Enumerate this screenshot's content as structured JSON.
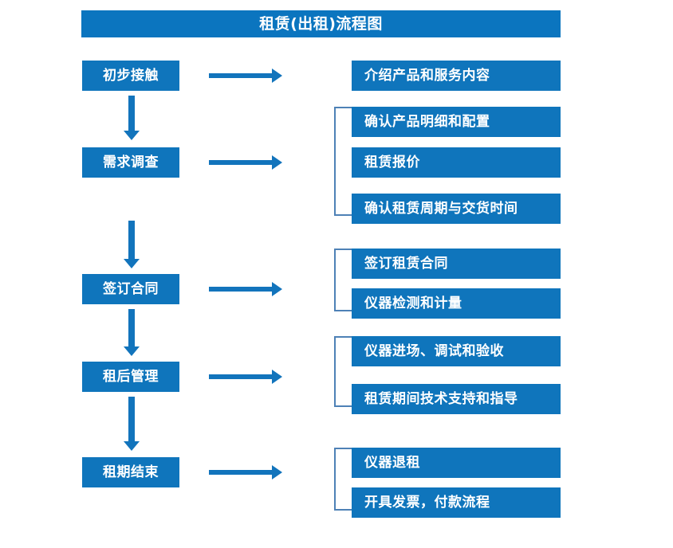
{
  "title": "租赁(出租)流程图",
  "colors": {
    "box_fill": "#0F75BC",
    "banner_fill": "#0B75BF",
    "arrow": "#1274BC",
    "bracket": "#4E81B6",
    "text": "#FFFFFF",
    "background": "#FFFFFF"
  },
  "stages": [
    {
      "label": "初步接触"
    },
    {
      "label": "需求调查"
    },
    {
      "label": "签订合同"
    },
    {
      "label": "租后管理"
    },
    {
      "label": "租期结束"
    }
  ],
  "details": [
    {
      "label": "介绍产品和服务内容"
    },
    {
      "label": "确认产品明细和配置"
    },
    {
      "label": "租赁报价"
    },
    {
      "label": "确认租赁周期与交货时间"
    },
    {
      "label": "签订租赁合同"
    },
    {
      "label": "仪器检测和计量"
    },
    {
      "label": "仪器进场、调试和验收"
    },
    {
      "label": "租赁期间技术支持和指导"
    },
    {
      "label": "仪器退租"
    },
    {
      "label": "开具发票，付款流程"
    }
  ],
  "groups": [
    {
      "stage": "初步接触",
      "details": [
        "介绍产品和服务内容"
      ],
      "bracketed": false
    },
    {
      "stage": "需求调查",
      "details": [
        "确认产品明细和配置",
        "租赁报价",
        "确认租赁周期与交货时间"
      ],
      "bracketed": true
    },
    {
      "stage": "签订合同",
      "details": [
        "签订租赁合同",
        "仪器检测和计量"
      ],
      "bracketed": true
    },
    {
      "stage": "租后管理",
      "details": [
        "仪器进场、调试和验收",
        "租赁期间技术支持和指导"
      ],
      "bracketed": true
    },
    {
      "stage": "租期结束",
      "details": [
        "仪器退租",
        "开具发票，付款流程"
      ],
      "bracketed": true
    }
  ],
  "flow_sequence": [
    "初步接触",
    "需求调查",
    "签订合同",
    "租后管理",
    "租期结束"
  ]
}
